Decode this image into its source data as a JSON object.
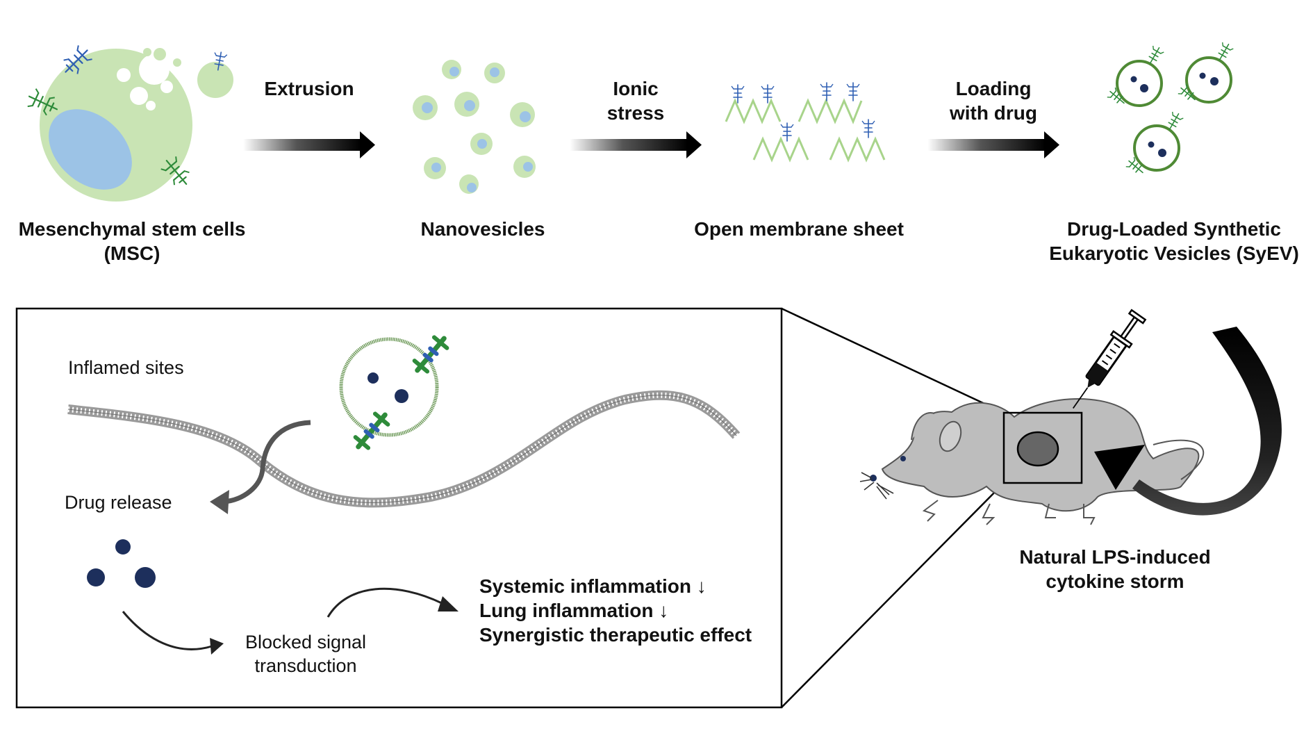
{
  "process_steps": {
    "step1": {
      "line1": "Mesenchymal stem cells",
      "line2": "(MSC)"
    },
    "arrow1": {
      "label": "Extrusion"
    },
    "step2": {
      "label": "Nanovesicles"
    },
    "arrow2": {
      "line1": "Ionic",
      "line2": "stress"
    },
    "step3": {
      "label": "Open membrane sheet"
    },
    "arrow3": {
      "line1": "Loading",
      "line2": "with drug"
    },
    "step4": {
      "line1": "Drug-Loaded Synthetic",
      "line2": "Eukaryotic Vesicles (SyEV)"
    }
  },
  "inset_panel": {
    "inflamed_sites": "Inflamed sites",
    "drug_release": "Drug release",
    "blocked": {
      "line1": "Blocked signal",
      "line2": "transduction"
    },
    "outcomes": [
      "Systemic inflammation ↓",
      "Lung inflammation ↓",
      "Synergistic therapeutic effect"
    ]
  },
  "mouse_model": {
    "line1": "Natural LPS-induced",
    "line2": "cytokine storm"
  },
  "colors": {
    "cell_fill": "#c9e4b4",
    "nucleus_fill": "#9cc3e6",
    "vesicle_ring": "#4f8a35",
    "drug_dot": "#1d2f5c",
    "receptor_green": "#2e8b3a",
    "receptor_blue": "#2f5fb3",
    "mouse_grey": "#bdbdbd",
    "arrow_dark": "#111111"
  }
}
